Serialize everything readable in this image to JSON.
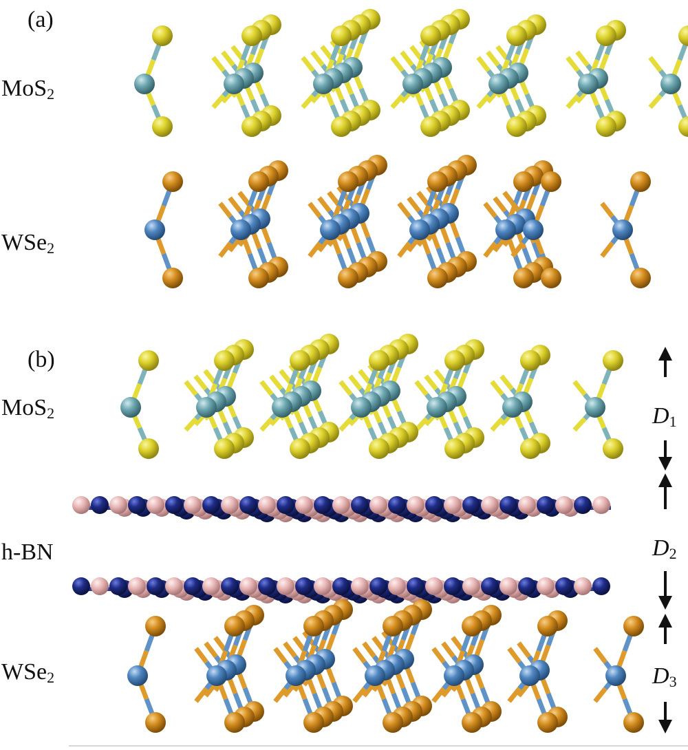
{
  "panel_a": {
    "label": "(a)",
    "top_layer": {
      "base": "MoS",
      "sub": "2"
    },
    "bottom_layer": {
      "base": "WSe",
      "sub": "2"
    }
  },
  "panel_b": {
    "label": "(b)",
    "top_layer": {
      "base": "MoS",
      "sub": "2"
    },
    "middle_layer": "h-BN",
    "bottom_layer": {
      "base": "WSe",
      "sub": "2"
    },
    "distances": [
      {
        "var": "D",
        "sub": "1"
      },
      {
        "var": "D",
        "sub": "2"
      },
      {
        "var": "D",
        "sub": "3"
      }
    ]
  },
  "colors": {
    "sulfur": "#d9cf2a",
    "molybdenum": "#6aa3ad",
    "selenium": "#d48d1e",
    "tungsten": "#4f86c0",
    "boron": "#e8b4b4",
    "nitrogen": "#1c2a7a",
    "arrow": "#111111"
  }
}
